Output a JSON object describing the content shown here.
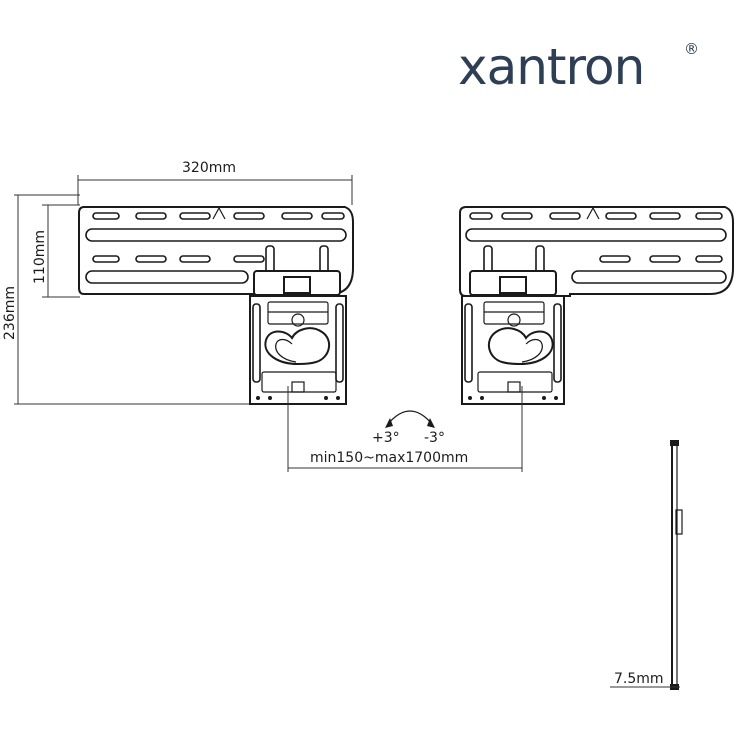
{
  "brand": {
    "name": "xantron",
    "registered_mark": "®",
    "color": "#2e3f55"
  },
  "dimensions": {
    "width": "320mm",
    "plate_height": "110mm",
    "total_height": "236mm",
    "distance": "min150~max1700mm",
    "tilt_plus": "+3°",
    "tilt_minus": "-3°",
    "depth": "7.5mm"
  }
}
